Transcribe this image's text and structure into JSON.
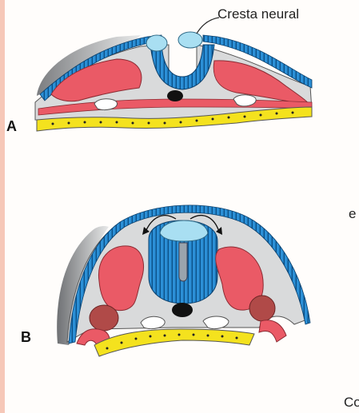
{
  "figure": {
    "callout_label": "Cresta neural",
    "panel_a_label": "A",
    "panel_b_label": "B",
    "edge_fragment_right": "e",
    "edge_fragment_bottom": "Co"
  },
  "colors": {
    "ectoderm_blue": "#2b8fd6",
    "neural_crest": "#a9dff2",
    "mesoderm_red": "#ea5a66",
    "mesenchyme_gray": "#d9dadb",
    "endoderm_yellow": "#f4e21e",
    "notochord": "#111111"
  }
}
